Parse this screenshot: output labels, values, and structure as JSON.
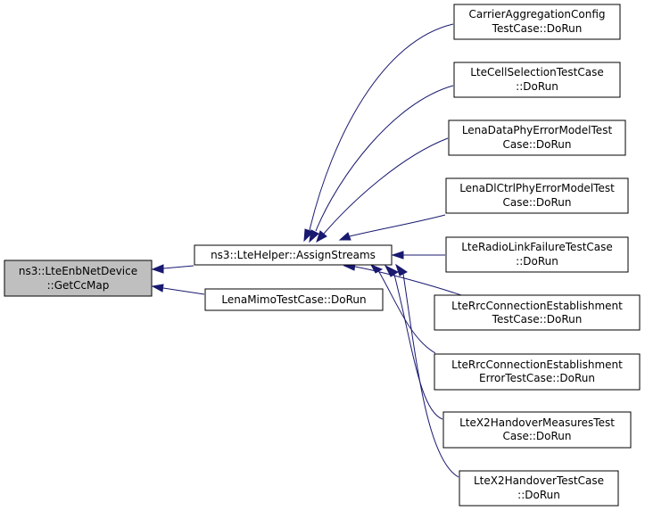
{
  "graph": {
    "root": {
      "id": "root",
      "lines": [
        "ns3::LteEnbNetDevice",
        "::GetCcMap"
      ]
    },
    "nodes": [
      {
        "id": "assign",
        "lines": [
          "ns3::LteHelper::AssignStreams"
        ]
      },
      {
        "id": "mimo",
        "lines": [
          "LenaMimoTestCase::DoRun"
        ]
      },
      {
        "id": "ca",
        "lines": [
          "CarrierAggregationConfig",
          "TestCase::DoRun"
        ]
      },
      {
        "id": "cellsel",
        "lines": [
          "LteCellSelectionTestCase",
          "::DoRun"
        ]
      },
      {
        "id": "dataphy",
        "lines": [
          "LenaDataPhyErrorModelTest",
          "Case::DoRun"
        ]
      },
      {
        "id": "dlctrl",
        "lines": [
          "LenaDlCtrlPhyErrorModelTest",
          "Case::DoRun"
        ]
      },
      {
        "id": "rlf",
        "lines": [
          "LteRadioLinkFailureTestCase",
          "::DoRun"
        ]
      },
      {
        "id": "rrc",
        "lines": [
          "LteRrcConnectionEstablishment",
          "TestCase::DoRun"
        ]
      },
      {
        "id": "rrcerr",
        "lines": [
          "LteRrcConnectionEstablishment",
          "ErrorTestCase::DoRun"
        ]
      },
      {
        "id": "x2meas",
        "lines": [
          "LteX2HandoverMeasuresTest",
          "Case::DoRun"
        ]
      },
      {
        "id": "x2",
        "lines": [
          "LteX2HandoverTestCase",
          "::DoRun"
        ]
      }
    ],
    "edges": [
      {
        "from": "assign",
        "to": "root"
      },
      {
        "from": "mimo",
        "to": "root"
      },
      {
        "from": "ca",
        "to": "assign"
      },
      {
        "from": "cellsel",
        "to": "assign"
      },
      {
        "from": "dataphy",
        "to": "assign"
      },
      {
        "from": "dlctrl",
        "to": "assign"
      },
      {
        "from": "rlf",
        "to": "assign"
      },
      {
        "from": "rrc",
        "to": "assign"
      },
      {
        "from": "rrcerr",
        "to": "assign"
      },
      {
        "from": "x2meas",
        "to": "assign"
      },
      {
        "from": "x2",
        "to": "assign"
      }
    ]
  },
  "colors": {
    "root_fill": "#bfbfbf",
    "node_fill": "#ffffff",
    "border": "#000000",
    "edge": "#191970"
  }
}
